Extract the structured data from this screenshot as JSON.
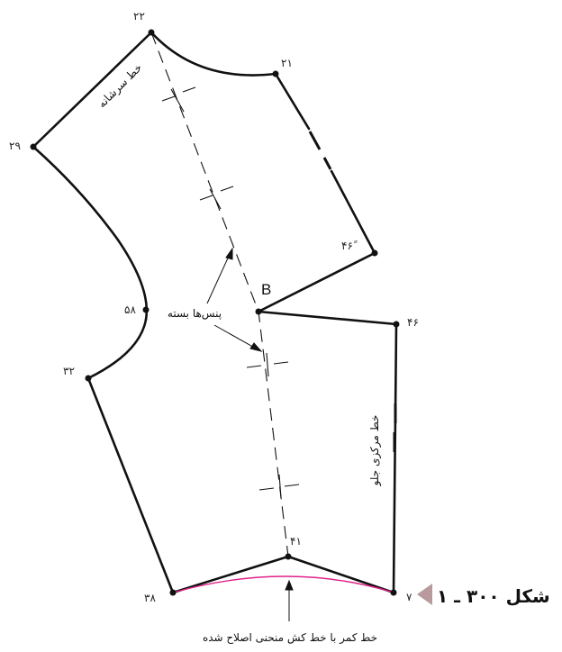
{
  "points": {
    "p22": "۲۲",
    "p21": "۲۱",
    "p29": "۲۹",
    "p46prime": "۴۶ً",
    "p58": "۵۸",
    "p46": "۴۶",
    "p32": "۳۲",
    "p41": "۴۱",
    "p38": "۳۸",
    "p7": "۷",
    "pB": "B"
  },
  "labels": {
    "shoulder_line": "خط سرشانه",
    "closed_darts": "پنس‌ها بسته",
    "center_front_line": "خط مرکزی جلو",
    "waist_line_note": "خط کمر با خط کش منحنی اصلاح شده"
  },
  "figure_caption": "شکل ۳۰۰ ـ ۱",
  "colors": {
    "outline": "#111111",
    "waist_curve": "#e0218a",
    "caption_arrow": "#b89a9c"
  }
}
